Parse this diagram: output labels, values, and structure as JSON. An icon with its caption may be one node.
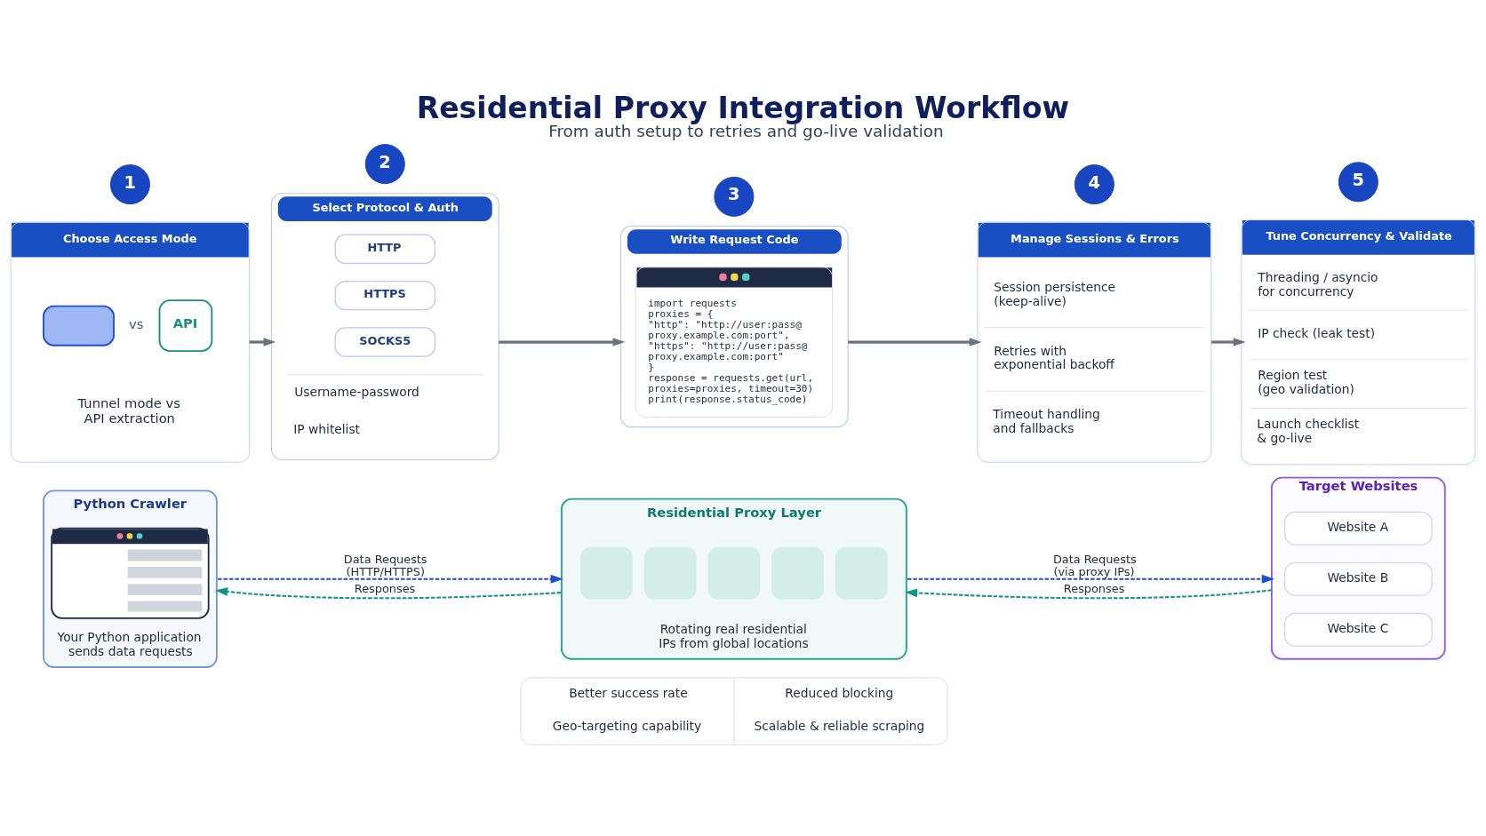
{
  "diagram": {
    "title": "Residential Proxy Integration Workflow",
    "caption": "From auth setup to retries and go-live validation",
    "nodes": [
      {
        "text": [
          "1"
        ]
      },
      {
        "text": [
          "2"
        ]
      },
      {
        "text": [
          "3"
        ]
      },
      {
        "text": [
          "4"
        ]
      },
      {
        "text": [
          "5"
        ]
      },
      {
        "text": [
          "Choose Access Mode",
          "vs",
          "API",
          "Tunnel mode vs API extraction"
        ]
      },
      {
        "text": [
          "Select Protocol & Auth",
          "Username-password",
          "IP whitelist"
        ]
      },
      {
        "text": [
          "HTTP"
        ],
        "in": 6
      },
      {
        "text": [
          "HTTPS"
        ],
        "in": 6
      },
      {
        "text": [
          "SOCKS5"
        ],
        "in": 6
      },
      {
        "text": [
          "Write Request Code"
        ]
      },
      {
        "text": [
          "import requests",
          "proxies = {",
          "\"http\": \"http://user:pass@",
          "proxy.example.com:port\",",
          "\"https\": \"http://user:pass@",
          "proxy.example.com:port\"",
          "}",
          "response = requests.get(url,",
          "proxies=proxies, timeout=30)",
          "print(response.status_code)"
        ],
        "in": 10
      },
      {
        "text": [
          "Manage Sessions & Errors",
          "Session persistence (keep-alive)",
          "Retries with exponential backoff",
          "Timeout handling and fallbacks"
        ]
      },
      {
        "text": [
          "Tune Concurrency & Validate",
          "Threading / asyncio for concurrency",
          "IP check (leak test)",
          "Region test (geo validation)",
          "Launch checklist & go-live"
        ]
      },
      {
        "text": [
          "Python Crawler",
          "Your Python application sends data requests"
        ]
      },
      {
        "text": [
          "Residential Proxy Layer",
          "Rotating real residential IPs from global locations"
        ]
      },
      {
        "text": [
          "Target Websites"
        ]
      },
      {
        "text": [
          "Website A"
        ],
        "in": 16
      },
      {
        "text": [
          "Website B"
        ],
        "in": 16
      },
      {
        "text": [
          "Website C"
        ],
        "in": 16
      },
      {
        "text": [
          "Better success rate",
          "Reduced blocking",
          "Geo-targeting capability",
          "Scalable & reliable scraping"
        ]
      }
    ],
    "edges": [
      {
        "from": 5,
        "to": 6,
        "arrow": "to"
      },
      {
        "from": 6,
        "to": 10,
        "arrow": "to"
      },
      {
        "from": 10,
        "to": 12,
        "arrow": "to"
      },
      {
        "from": 12,
        "to": 13,
        "arrow": "to"
      },
      {
        "from": 14,
        "to": 15,
        "arrow": "to",
        "label": "Data Requests (HTTP/HTTPS)",
        "style": "dashed",
        "color": "#1d4ed8"
      },
      {
        "from": 15,
        "to": 14,
        "arrow": "to",
        "label": "Responses",
        "style": "dashed",
        "color": "#0f9488"
      },
      {
        "from": 15,
        "to": 16,
        "arrow": "to",
        "label": "Data Requests (via proxy IPs)",
        "style": "dashed",
        "color": "#1d4ed8"
      },
      {
        "from": 16,
        "to": 15,
        "arrow": "to",
        "label": "Responses",
        "style": "dashed",
        "color": "#0f9488"
      }
    ]
  }
}
